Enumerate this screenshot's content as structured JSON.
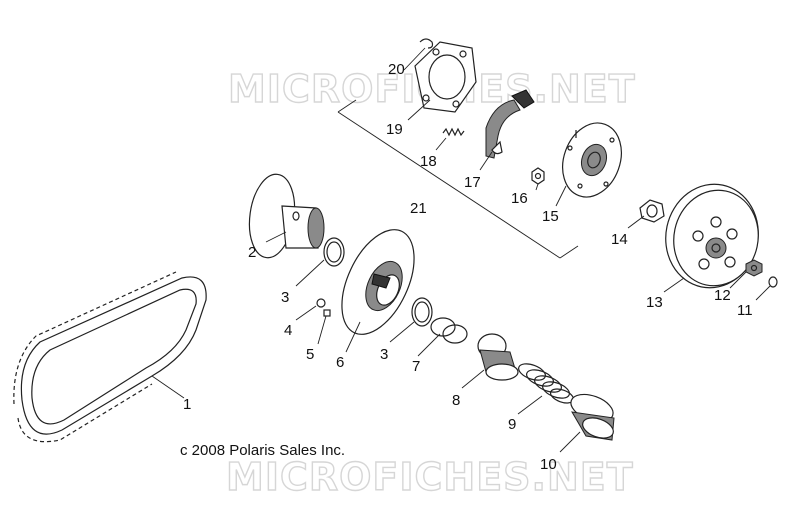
{
  "watermark": {
    "text": "MICROFICHES.NET"
  },
  "copyright": {
    "text": "c 2008 Polaris Sales Inc."
  },
  "callouts": [
    {
      "id": "1",
      "label": "1"
    },
    {
      "id": "2",
      "label": "2"
    },
    {
      "id": "3a",
      "label": "3"
    },
    {
      "id": "3b",
      "label": "3"
    },
    {
      "id": "4",
      "label": "4"
    },
    {
      "id": "5",
      "label": "5"
    },
    {
      "id": "6",
      "label": "6"
    },
    {
      "id": "7",
      "label": "7"
    },
    {
      "id": "8",
      "label": "8"
    },
    {
      "id": "9",
      "label": "9"
    },
    {
      "id": "10",
      "label": "10"
    },
    {
      "id": "11",
      "label": "11"
    },
    {
      "id": "12",
      "label": "12"
    },
    {
      "id": "13",
      "label": "13"
    },
    {
      "id": "14",
      "label": "14"
    },
    {
      "id": "15",
      "label": "15"
    },
    {
      "id": "16",
      "label": "16"
    },
    {
      "id": "17",
      "label": "17"
    },
    {
      "id": "18",
      "label": "18"
    },
    {
      "id": "19",
      "label": "19"
    },
    {
      "id": "20",
      "label": "20"
    },
    {
      "id": "21",
      "label": "21"
    }
  ]
}
